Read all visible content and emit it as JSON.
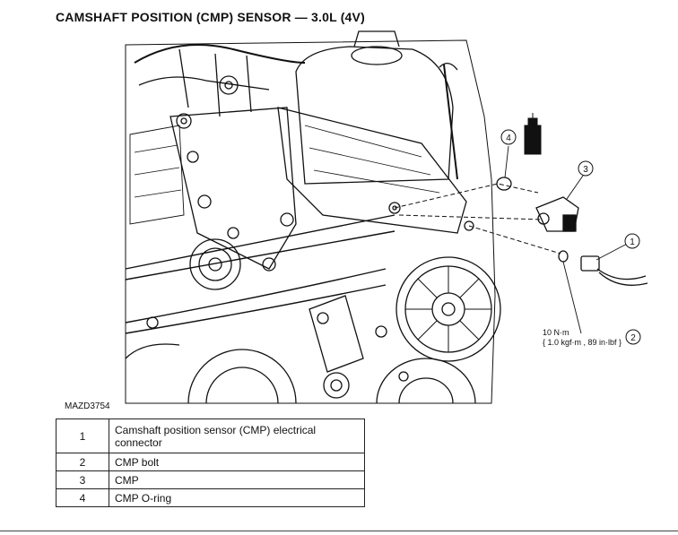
{
  "title": "CAMSHAFT POSITION (CMP) SENSOR — 3.0L (4V)",
  "figure_id": "MAZD3754",
  "torque": {
    "line1": "10 N·m",
    "line2": "{ 1.0 kgf·m , 89 in·lbf }"
  },
  "callouts": [
    "1",
    "2",
    "3",
    "4"
  ],
  "legend": [
    {
      "num": "1",
      "desc": "Camshaft position sensor (CMP) electrical connector"
    },
    {
      "num": "2",
      "desc": "CMP bolt"
    },
    {
      "num": "3",
      "desc": "CMP"
    },
    {
      "num": "4",
      "desc": "CMP O-ring"
    }
  ]
}
